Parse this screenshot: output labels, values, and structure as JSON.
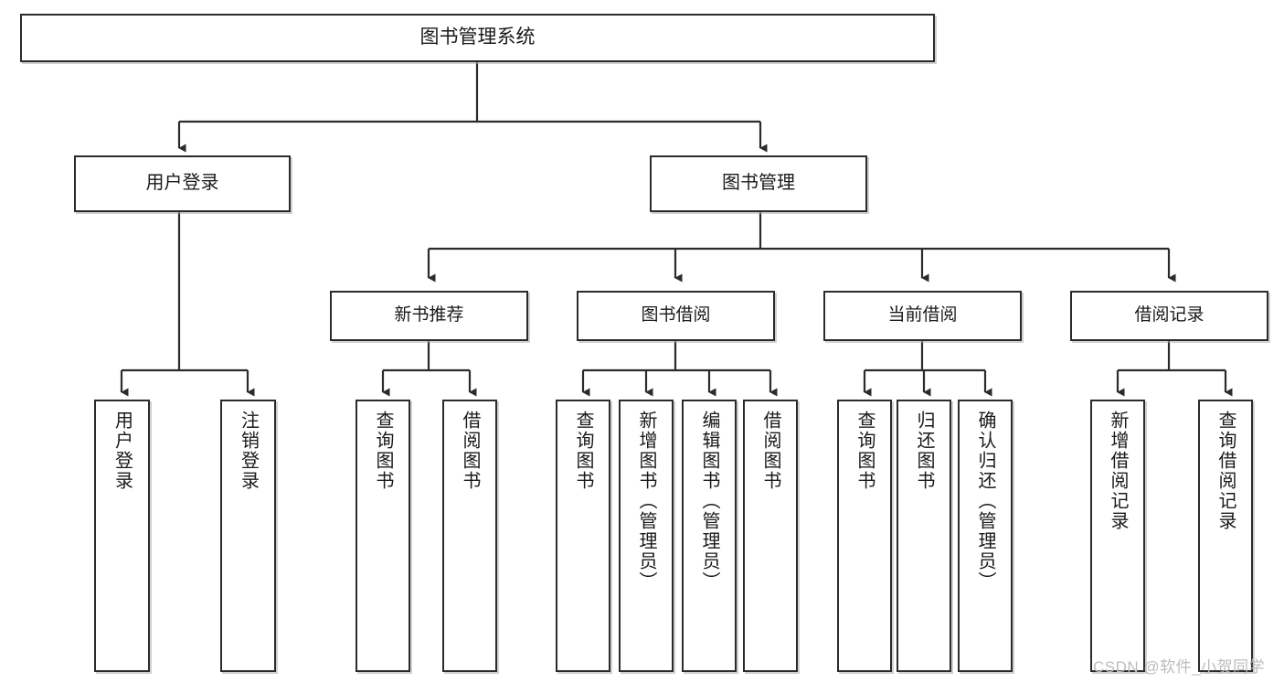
{
  "diagram": {
    "type": "tree-hierarchy",
    "title": "图书管理系统",
    "orientation": "top-down",
    "colors": {
      "stroke": "#2b2b2b",
      "fill": "#ffffff",
      "text": "#1a1a1a",
      "watermark": "#bcbcbc"
    },
    "nodes": {
      "root": {
        "label": "图书管理系统"
      },
      "level2": [
        {
          "id": "user-login",
          "label": "用户登录"
        },
        {
          "id": "book-manage",
          "label": "图书管理"
        }
      ],
      "level3": [
        {
          "id": "new-book-rec",
          "label": "新书推荐",
          "parent": "book-manage"
        },
        {
          "id": "book-borrow",
          "label": "图书借阅",
          "parent": "book-manage"
        },
        {
          "id": "current-borrow",
          "label": "当前借阅",
          "parent": "book-manage"
        },
        {
          "id": "borrow-record",
          "label": "借阅记录",
          "parent": "book-manage"
        }
      ],
      "leaves": [
        {
          "id": "leaf-user-login",
          "label": "用户登录",
          "parent": "user-login"
        },
        {
          "id": "leaf-logout",
          "label": "注销登录",
          "parent": "user-login"
        },
        {
          "id": "leaf-query-book-1",
          "label": "查询图书",
          "parent": "new-book-rec"
        },
        {
          "id": "leaf-borrow-book-1",
          "label": "借阅图书",
          "parent": "new-book-rec"
        },
        {
          "id": "leaf-query-book-2",
          "label": "查询图书",
          "parent": "book-borrow"
        },
        {
          "id": "leaf-add-book",
          "label": "新增图书（管理员）",
          "parent": "book-borrow"
        },
        {
          "id": "leaf-edit-book",
          "label": "编辑图书（管理员）",
          "parent": "book-borrow"
        },
        {
          "id": "leaf-borrow-book-2",
          "label": "借阅图书",
          "parent": "book-borrow"
        },
        {
          "id": "leaf-query-book-3",
          "label": "查询图书",
          "parent": "current-borrow"
        },
        {
          "id": "leaf-return-book",
          "label": "归还图书",
          "parent": "current-borrow"
        },
        {
          "id": "leaf-confirm-return",
          "label": "确认归还（管理员）",
          "parent": "current-borrow"
        },
        {
          "id": "leaf-add-record",
          "label": "新增借阅记录",
          "parent": "borrow-record"
        },
        {
          "id": "leaf-query-record",
          "label": "查询借阅记录",
          "parent": "borrow-record"
        }
      ]
    },
    "watermark": "CSDN @软件_小贺同学"
  }
}
